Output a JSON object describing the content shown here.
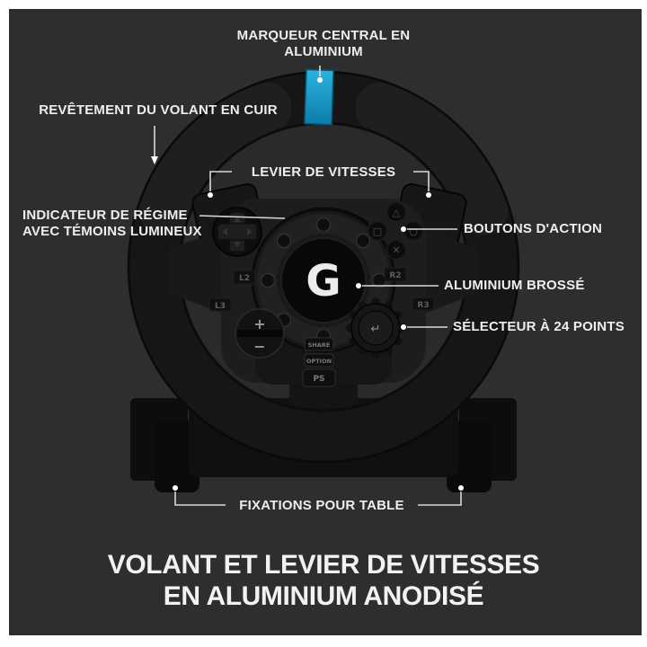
{
  "figure": {
    "panel_bg": "#2d2e30",
    "page_bg": "#ffffff"
  },
  "callouts": {
    "marker_line1": "MARQUEUR CENTRAL EN",
    "marker_line2": "ALUMINIUM",
    "leather": "REVÊTEMENT DU VOLANT EN CUIR",
    "shifter": "LEVIER DE VITESSES",
    "rpm_line1": "INDICATEUR DE RÉGIME",
    "rpm_line2": "AVEC TÉMOINS LUMINEUX",
    "action": "BOUTONS D'ACTION",
    "aluminium": "ALUMINIUM BROSSÉ",
    "selector": "SÉLECTEUR À 24 POINTS",
    "mounts": "FIXATIONS POUR TABLE"
  },
  "title": {
    "line1": "VOLANT ET LEVIER DE VITESSES",
    "line2": "EN ALUMINIUM ANODISÉ"
  },
  "device": {
    "marker_color_top": "#2ab4de",
    "marker_color_bottom": "#0e7ca9",
    "g_logo": "G",
    "led_colors": [
      "#4fae3d",
      "#7dc242",
      "#f4f4f4",
      "#de2a2a",
      "#de2a2a",
      "#2f63d8",
      "#2f63d8",
      "#de2a2a",
      "#de2a2a",
      "#4fae3d",
      "#7dc242"
    ],
    "labels": {
      "l2": "L2",
      "r2": "R2",
      "l3": "L3",
      "r3": "R3",
      "share": "SHARE",
      "option": "OPTION",
      "ps": "PS",
      "plus": "+",
      "minus": "−",
      "enter": "↵",
      "triangle": "△",
      "square": "□",
      "circle": "○",
      "cross": "✕"
    }
  }
}
